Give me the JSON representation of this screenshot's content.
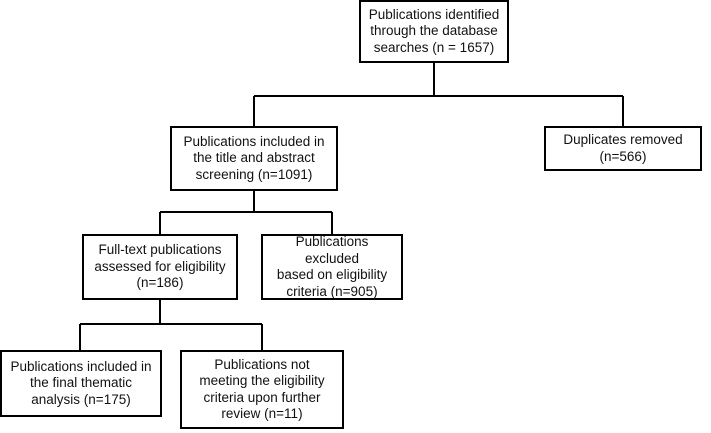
{
  "flowchart": {
    "identified": {
      "lines": [
        "Publications identified",
        "through the database",
        "searches (n = 1657)"
      ]
    },
    "duplicates": {
      "lines": [
        "Duplicates removed",
        "(n=566)"
      ]
    },
    "screening": {
      "lines": [
        "Publications included in",
        "the title and abstract",
        "screening (n=1091)"
      ]
    },
    "fulltext": {
      "lines": [
        "Full-text publications",
        "assessed for eligibility",
        "(n=186)"
      ]
    },
    "excluded": {
      "lines": [
        "Publications excluded",
        "based on eligibility",
        "criteria (n=905)"
      ]
    },
    "included_final": {
      "lines": [
        "Publications included in",
        "the final thematic",
        "analysis (n=175)"
      ]
    },
    "not_meeting": {
      "lines": [
        "Publications not",
        "meeting the eligibility",
        "criteria upon further",
        "review (n=11)"
      ]
    }
  }
}
